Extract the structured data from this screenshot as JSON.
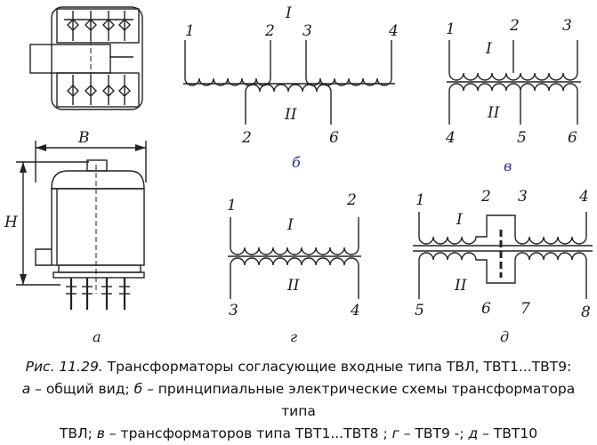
{
  "views": {
    "a": {
      "dim_width": "B",
      "dim_height": "H",
      "letter": "а"
    },
    "b": {
      "winding_primary": "I",
      "winding_secondary": "II",
      "pins": [
        "1",
        "2",
        "3",
        "4",
        "2",
        "6"
      ],
      "letter": "б"
    },
    "v": {
      "winding_primary": "I",
      "winding_secondary": "II",
      "pins": [
        "1",
        "2",
        "3",
        "4",
        "5",
        "6"
      ],
      "letter": "в"
    },
    "g": {
      "winding_primary": "I",
      "winding_secondary": "II",
      "pins": [
        "1",
        "2",
        "3",
        "4"
      ],
      "letter": "г"
    },
    "d": {
      "winding_primary": "I",
      "winding_secondary": "II",
      "pins": [
        "1",
        "2",
        "3",
        "4",
        "5",
        "6",
        "7",
        "8"
      ],
      "letter": "д"
    }
  },
  "colors": {
    "ink": "#222222",
    "label_blue": "#26348a"
  },
  "caption": {
    "prefix": "Рис. 11.29.",
    "title": " Трансформаторы согласующие входные типа ТВЛ, ТВТ1...ТВТ9:",
    "l2_a": "а",
    "l2_a_text": " – общий вид; ",
    "l2_b": "б",
    "l2_b_text": " – принципиальные электрические схемы трансформатора типа",
    "l3_start": "ТВЛ;  ",
    "l3_v": "в",
    "l3_v_text": " – трансформаторов типа ТВТ1...ТВТ8 ; ",
    "l3_g": "г",
    "l3_g_text": " – ТВТ9 -;  ",
    "l3_d": "д",
    "l3_d_text": " – ТВТ10"
  }
}
